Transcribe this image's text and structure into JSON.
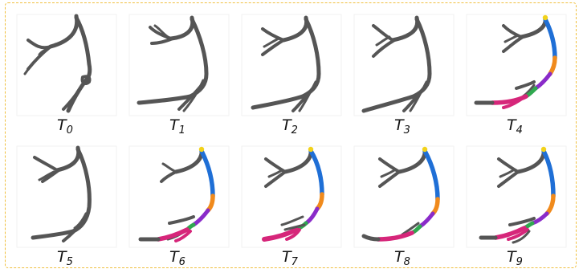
{
  "colors": {
    "border": "#f0c040",
    "vessel": "#555555",
    "seg_blue": "#1f6fd6",
    "seg_orange": "#f08a1c",
    "seg_purple": "#8a2bc9",
    "seg_green": "#2fa84f",
    "seg_magenta": "#d6267a",
    "seg_yellow": "#f2d21a"
  },
  "panels": [
    {
      "id": "T0",
      "letter": "T",
      "sub": "0",
      "segmented": false
    },
    {
      "id": "T1",
      "letter": "T",
      "sub": "1",
      "segmented": false
    },
    {
      "id": "T2",
      "letter": "T",
      "sub": "2",
      "segmented": false
    },
    {
      "id": "T3",
      "letter": "T",
      "sub": "3",
      "segmented": false
    },
    {
      "id": "T4",
      "letter": "T",
      "sub": "4",
      "segmented": true
    },
    {
      "id": "T5",
      "letter": "T",
      "sub": "5",
      "segmented": false
    },
    {
      "id": "T6",
      "letter": "T",
      "sub": "6",
      "segmented": true
    },
    {
      "id": "T7",
      "letter": "T",
      "sub": "7",
      "segmented": true
    },
    {
      "id": "T8",
      "letter": "T",
      "sub": "8",
      "segmented": true
    },
    {
      "id": "T9",
      "letter": "T",
      "sub": "9",
      "segmented": true
    }
  ]
}
